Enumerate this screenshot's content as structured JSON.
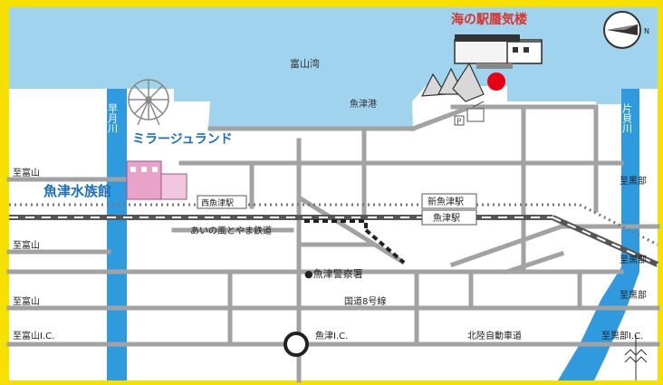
{
  "colors": {
    "frame": "#f6e000",
    "sea": "#9fd3ee",
    "river": "#2f9bde",
    "land": "#ffffff",
    "road": "#a2a2a2",
    "rail": "#555555",
    "red_label": "#d9332b",
    "blue_label": "#1b70c0",
    "dark_label": "#222222",
    "spot": "#e60012"
  },
  "labels": {
    "destination": "海の駅蜃気楼",
    "bay": "富山湾",
    "port": "魚津港",
    "river_left": "早月川",
    "river_right": "片貝川",
    "amusement": "ミラージュランド",
    "aquarium": "魚津水族館",
    "station_west": "西魚津駅",
    "station_shin": "新魚津駅",
    "station_uozu": "魚津駅",
    "railway": "あいの風とやま鉄道",
    "police": "●魚津警察署",
    "route8": "国道8号線",
    "expressway": "北陸自動車道",
    "ic_uozu": "魚津I.C.",
    "to_toyama_1": "至富山",
    "to_toyama_2": "至富山",
    "to_toyama_3": "至富山",
    "to_toyama_ic": "至富山I.C.",
    "to_kurobe_1": "至黒部",
    "to_kurobe_2": "至黒部",
    "to_kurobe_3": "至黒部",
    "to_kurobe_ic": "至黒部I.C.",
    "parking": "P",
    "compass": "N"
  },
  "icons": [
    "compass-icon",
    "ferris-wheel-icon",
    "building-icon",
    "red-dot-marker",
    "parking-icon",
    "cable-car-icon",
    "interchange-icon"
  ]
}
